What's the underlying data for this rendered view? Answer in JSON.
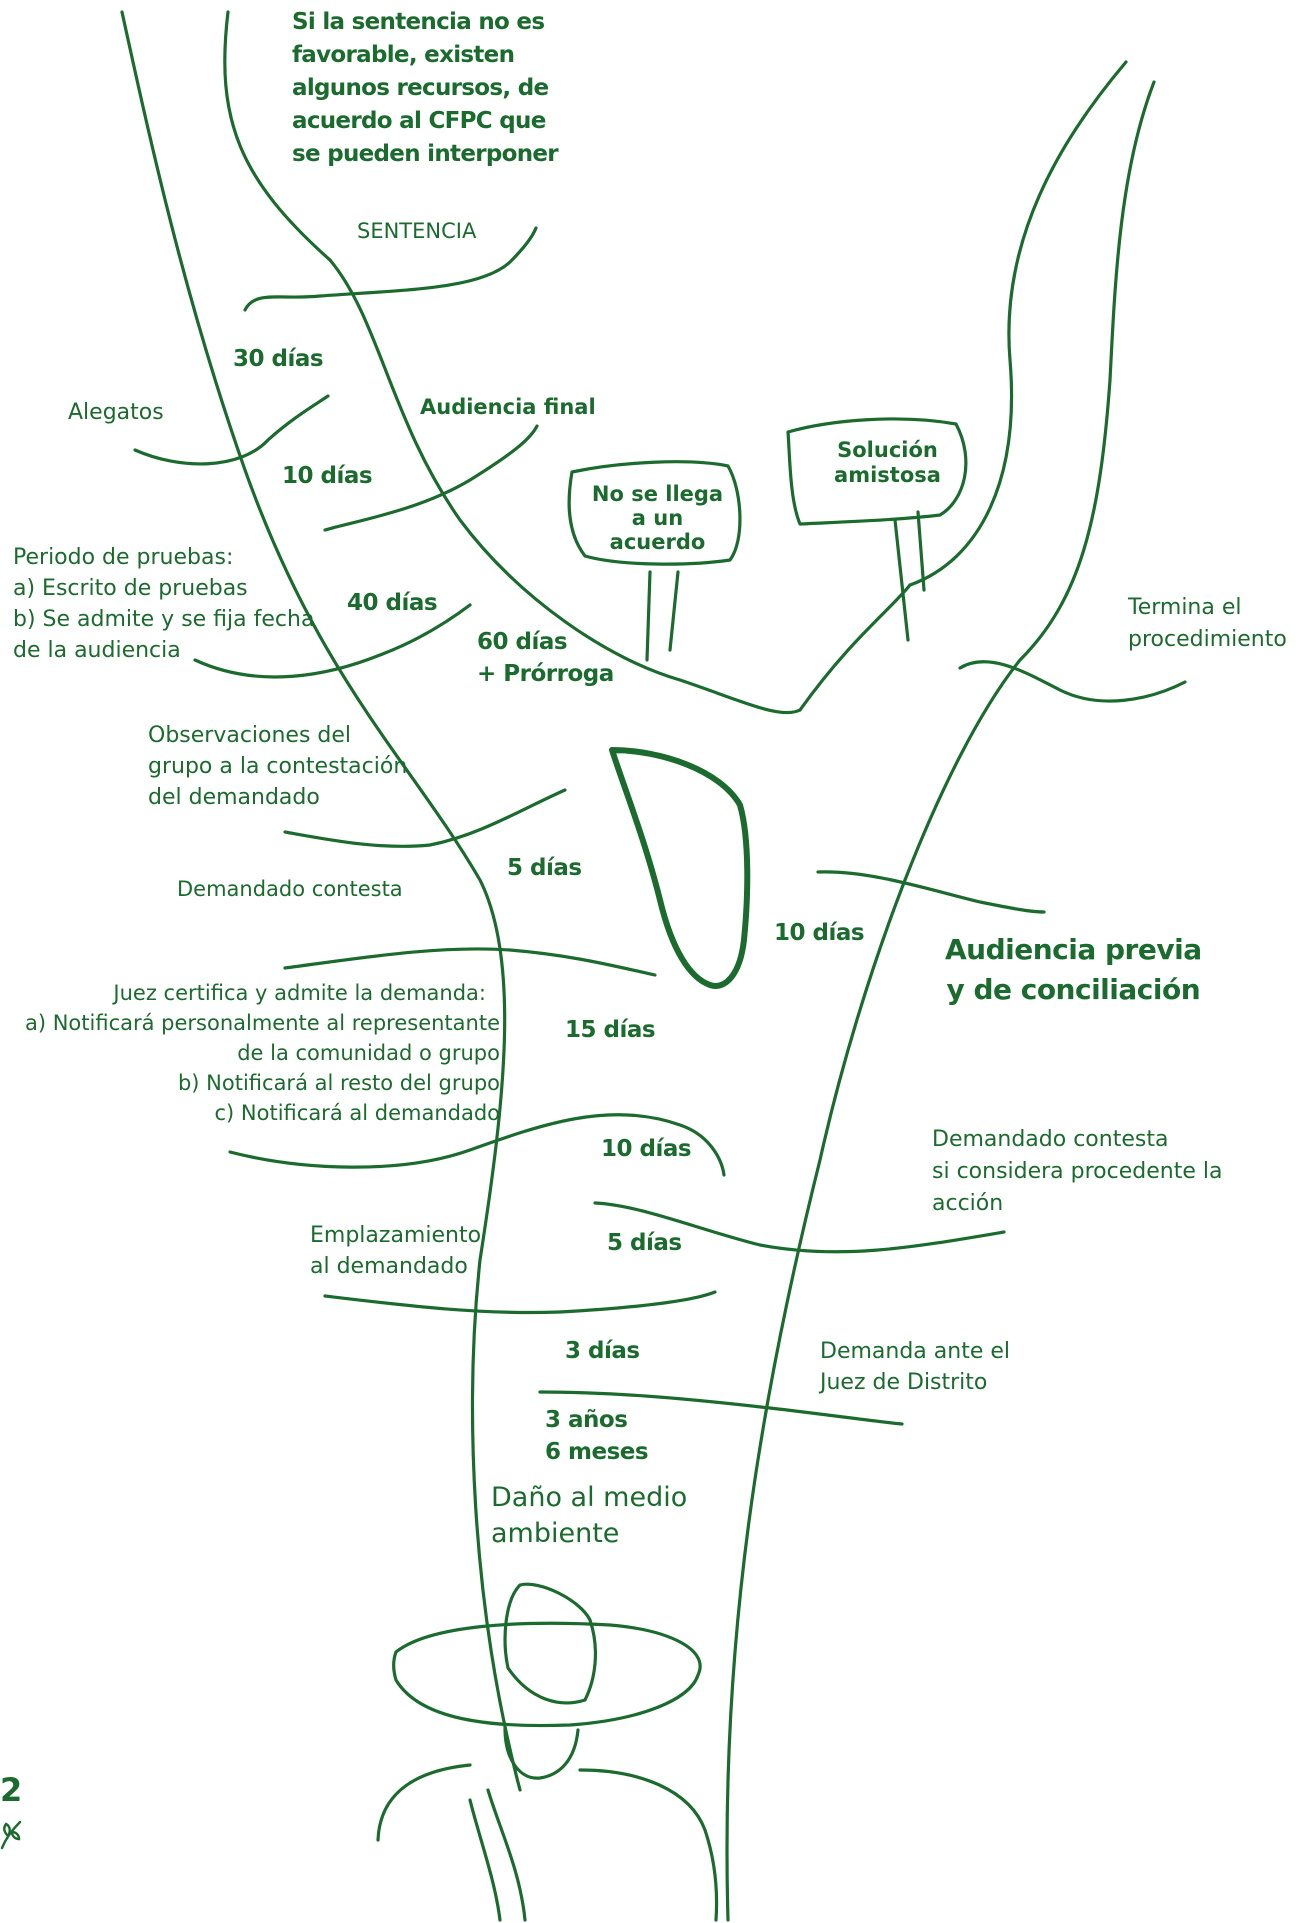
{
  "theme": {
    "ink": "#1b6b2e",
    "background": "#ffffff"
  },
  "header": {
    "recursos_note": [
      "Si la sentencia no es",
      "favorable, existen",
      "algunos recursos, de",
      "acuerdo al CFPC que",
      "se pueden interponer"
    ]
  },
  "stages": {
    "sentencia": "SENTENCIA",
    "alegatos": "Alegatos",
    "audiencia_final": "Audiencia final",
    "periodo_pruebas": [
      "Periodo de pruebas:",
      "a) Escrito de pruebas",
      "b) Se admite y se fija fecha",
      "de la audiencia"
    ],
    "observaciones": [
      "Observaciones del",
      "grupo a la contestación",
      "del demandado"
    ],
    "demandado_contesta": "Demandado contesta",
    "juez_certifica": [
      "Juez certifica y admite la demanda:",
      "a) Notificará personalmente al representante",
      "de la comunidad o grupo",
      "b) Notificará al resto del grupo",
      "c) Notificará al demandado"
    ],
    "emplazamiento": [
      "Emplazamiento",
      "al demandado"
    ],
    "dano": [
      "Daño al medio",
      "ambiente"
    ],
    "demanda_juez": [
      "Demanda ante el",
      "Juez de Distrito"
    ],
    "demandado_procedente": [
      "Demandado contesta",
      "si considera procedente la",
      "acción"
    ],
    "audiencia_previa": [
      "Audiencia previa",
      "y de conciliación"
    ],
    "termina": [
      "Termina el",
      "procedimiento"
    ]
  },
  "signs": {
    "no_acuerdo": [
      "No se llega",
      "a un",
      "acuerdo"
    ],
    "solucion": [
      "Solución",
      "amistosa"
    ]
  },
  "durations": {
    "d30": "30  días",
    "d10_top": "10  días",
    "d40": "40  días",
    "d60": [
      "60 días",
      "+ Prórroga"
    ],
    "d5_top": "5  días",
    "d10_right": "10  días",
    "d15": "15  días",
    "d10_mid": "10  días",
    "d5_low": "5 días",
    "d3": "3 días",
    "d3y6m": [
      "3 años",
      "6 meses"
    ]
  },
  "footer": {
    "page_number": "2",
    "leaf_icon": "leaf-icon"
  }
}
